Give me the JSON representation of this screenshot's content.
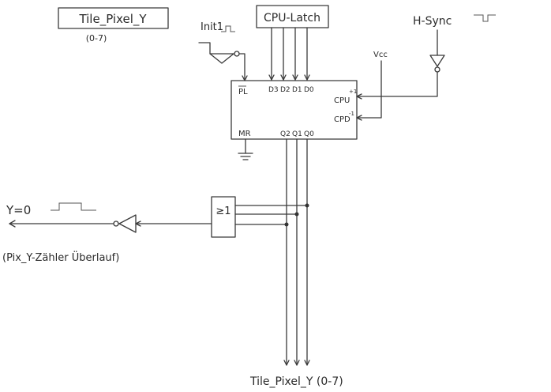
{
  "labels": {
    "title_box": "Tile_Pixel_Y",
    "title_range": "(0-7)",
    "init1": "Init1",
    "cpu_latch": "CPU-Latch",
    "hsync": "H-Sync",
    "vcc": "Vcc",
    "pl": "PL",
    "d3": "D3",
    "d2": "D2",
    "d1": "D1",
    "d0": "D0",
    "cpu": "CPU",
    "cpd": "CPD",
    "plus1": "+1",
    "minus1": "-1",
    "mr": "MR",
    "q2": "Q2",
    "q1": "Q1",
    "q0": "Q0",
    "or_gate": "≥1",
    "y0": "Y=0",
    "overflow_note": "(Pix_Y-Zähler Überlauf)",
    "output_bus": "Tile_Pixel_Y (0-7)"
  }
}
